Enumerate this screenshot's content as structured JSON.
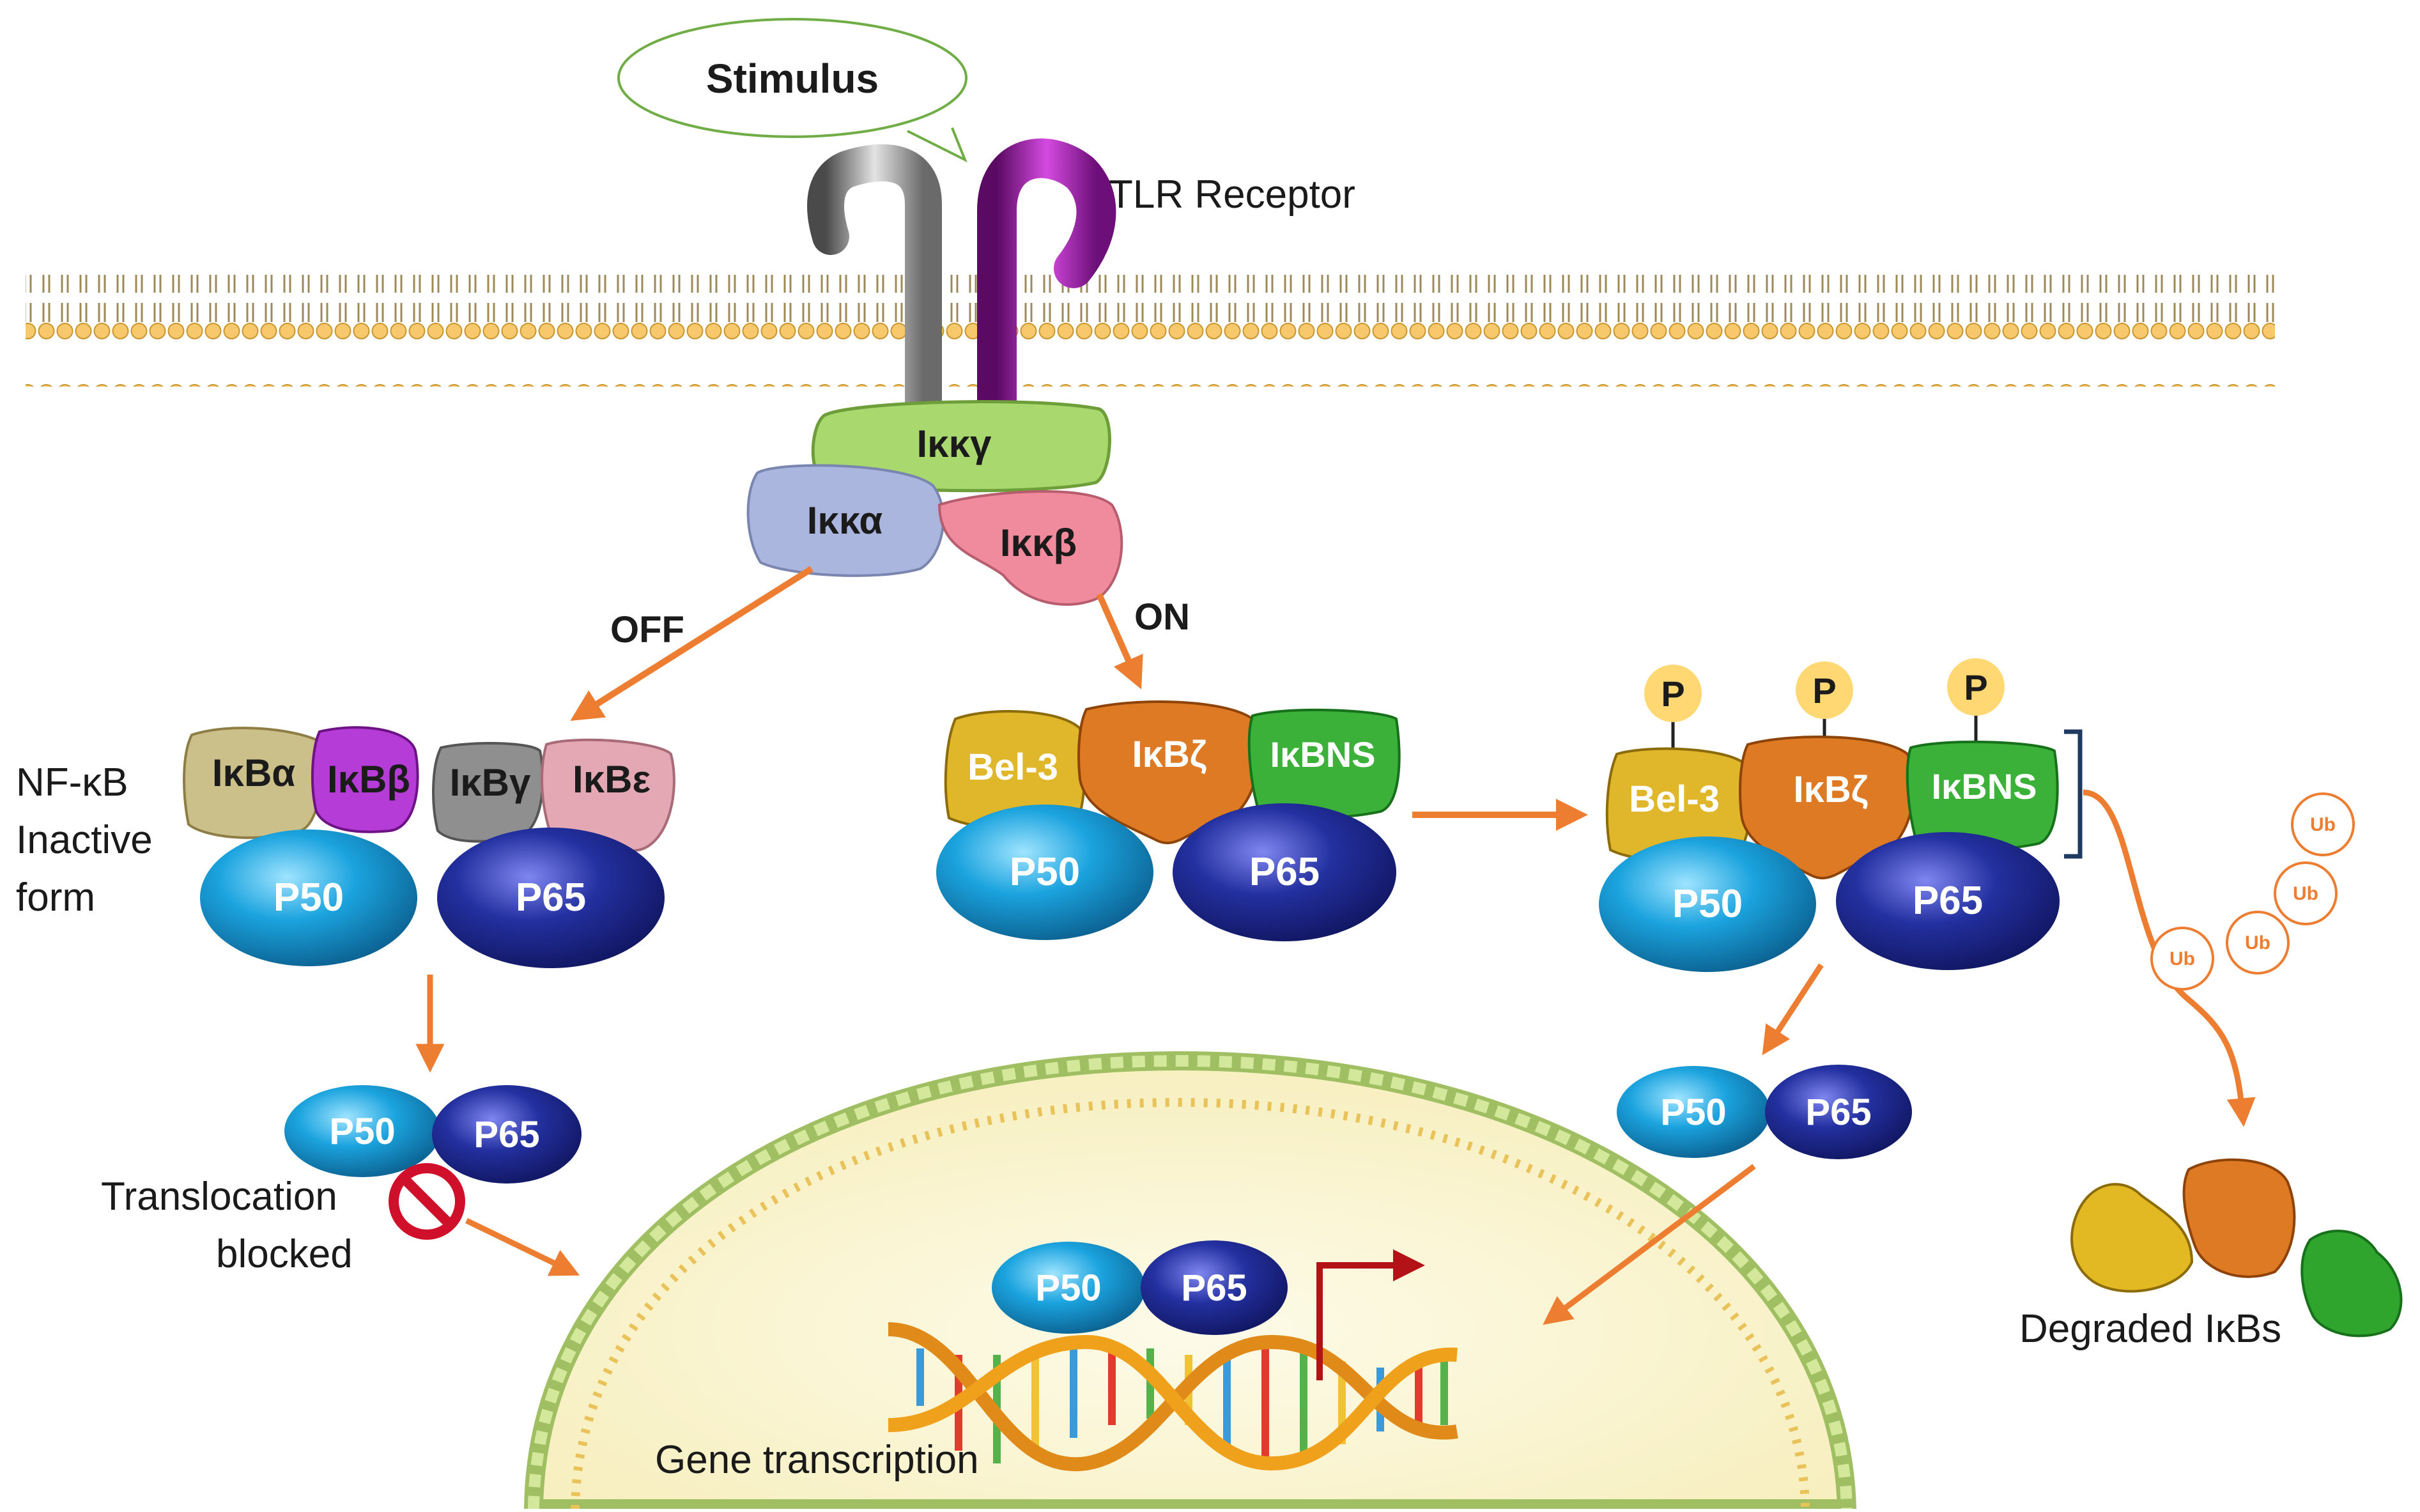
{
  "labels": {
    "stimulus": "Stimulus",
    "tlr_receptor": "TLR Receptor",
    "ikk_gamma": "Iκκγ",
    "ikk_alpha": "Iκκα",
    "ikk_beta": "Iκκβ",
    "off": "OFF",
    "on": "ON",
    "nfkb_line1": "NF-κB",
    "nfkb_line2": "Inactive",
    "nfkb_line3": "form",
    "ikba": "IκBα",
    "ikbb": "IκBβ",
    "ikbg": "IκBγ",
    "ikbe": "IκBε",
    "bcl3": "Bel-3",
    "ikbz": "IκBζ",
    "ikbns": "IκBNS",
    "p50": "P50",
    "p65": "P65",
    "p": "P",
    "ub": "Ub",
    "translocation_line1": "Translocation",
    "translocation_line2": "blocked",
    "gene_transcription": "Gene transcription",
    "degraded": "Degraded IκBs"
  },
  "colors": {
    "arrow": "#ed7d31",
    "membrane": "#f5c86a",
    "ikk_gamma": "#a6d86a",
    "ikk_alpha": "#aab6dd",
    "ikk_beta": "#ee8f9f",
    "p50": "#1ba3de",
    "p65": "#1f2a9c",
    "phospho": "#ffd873",
    "nucleus": "#fbf6d9",
    "stimulus_outline": "#70ad47"
  }
}
